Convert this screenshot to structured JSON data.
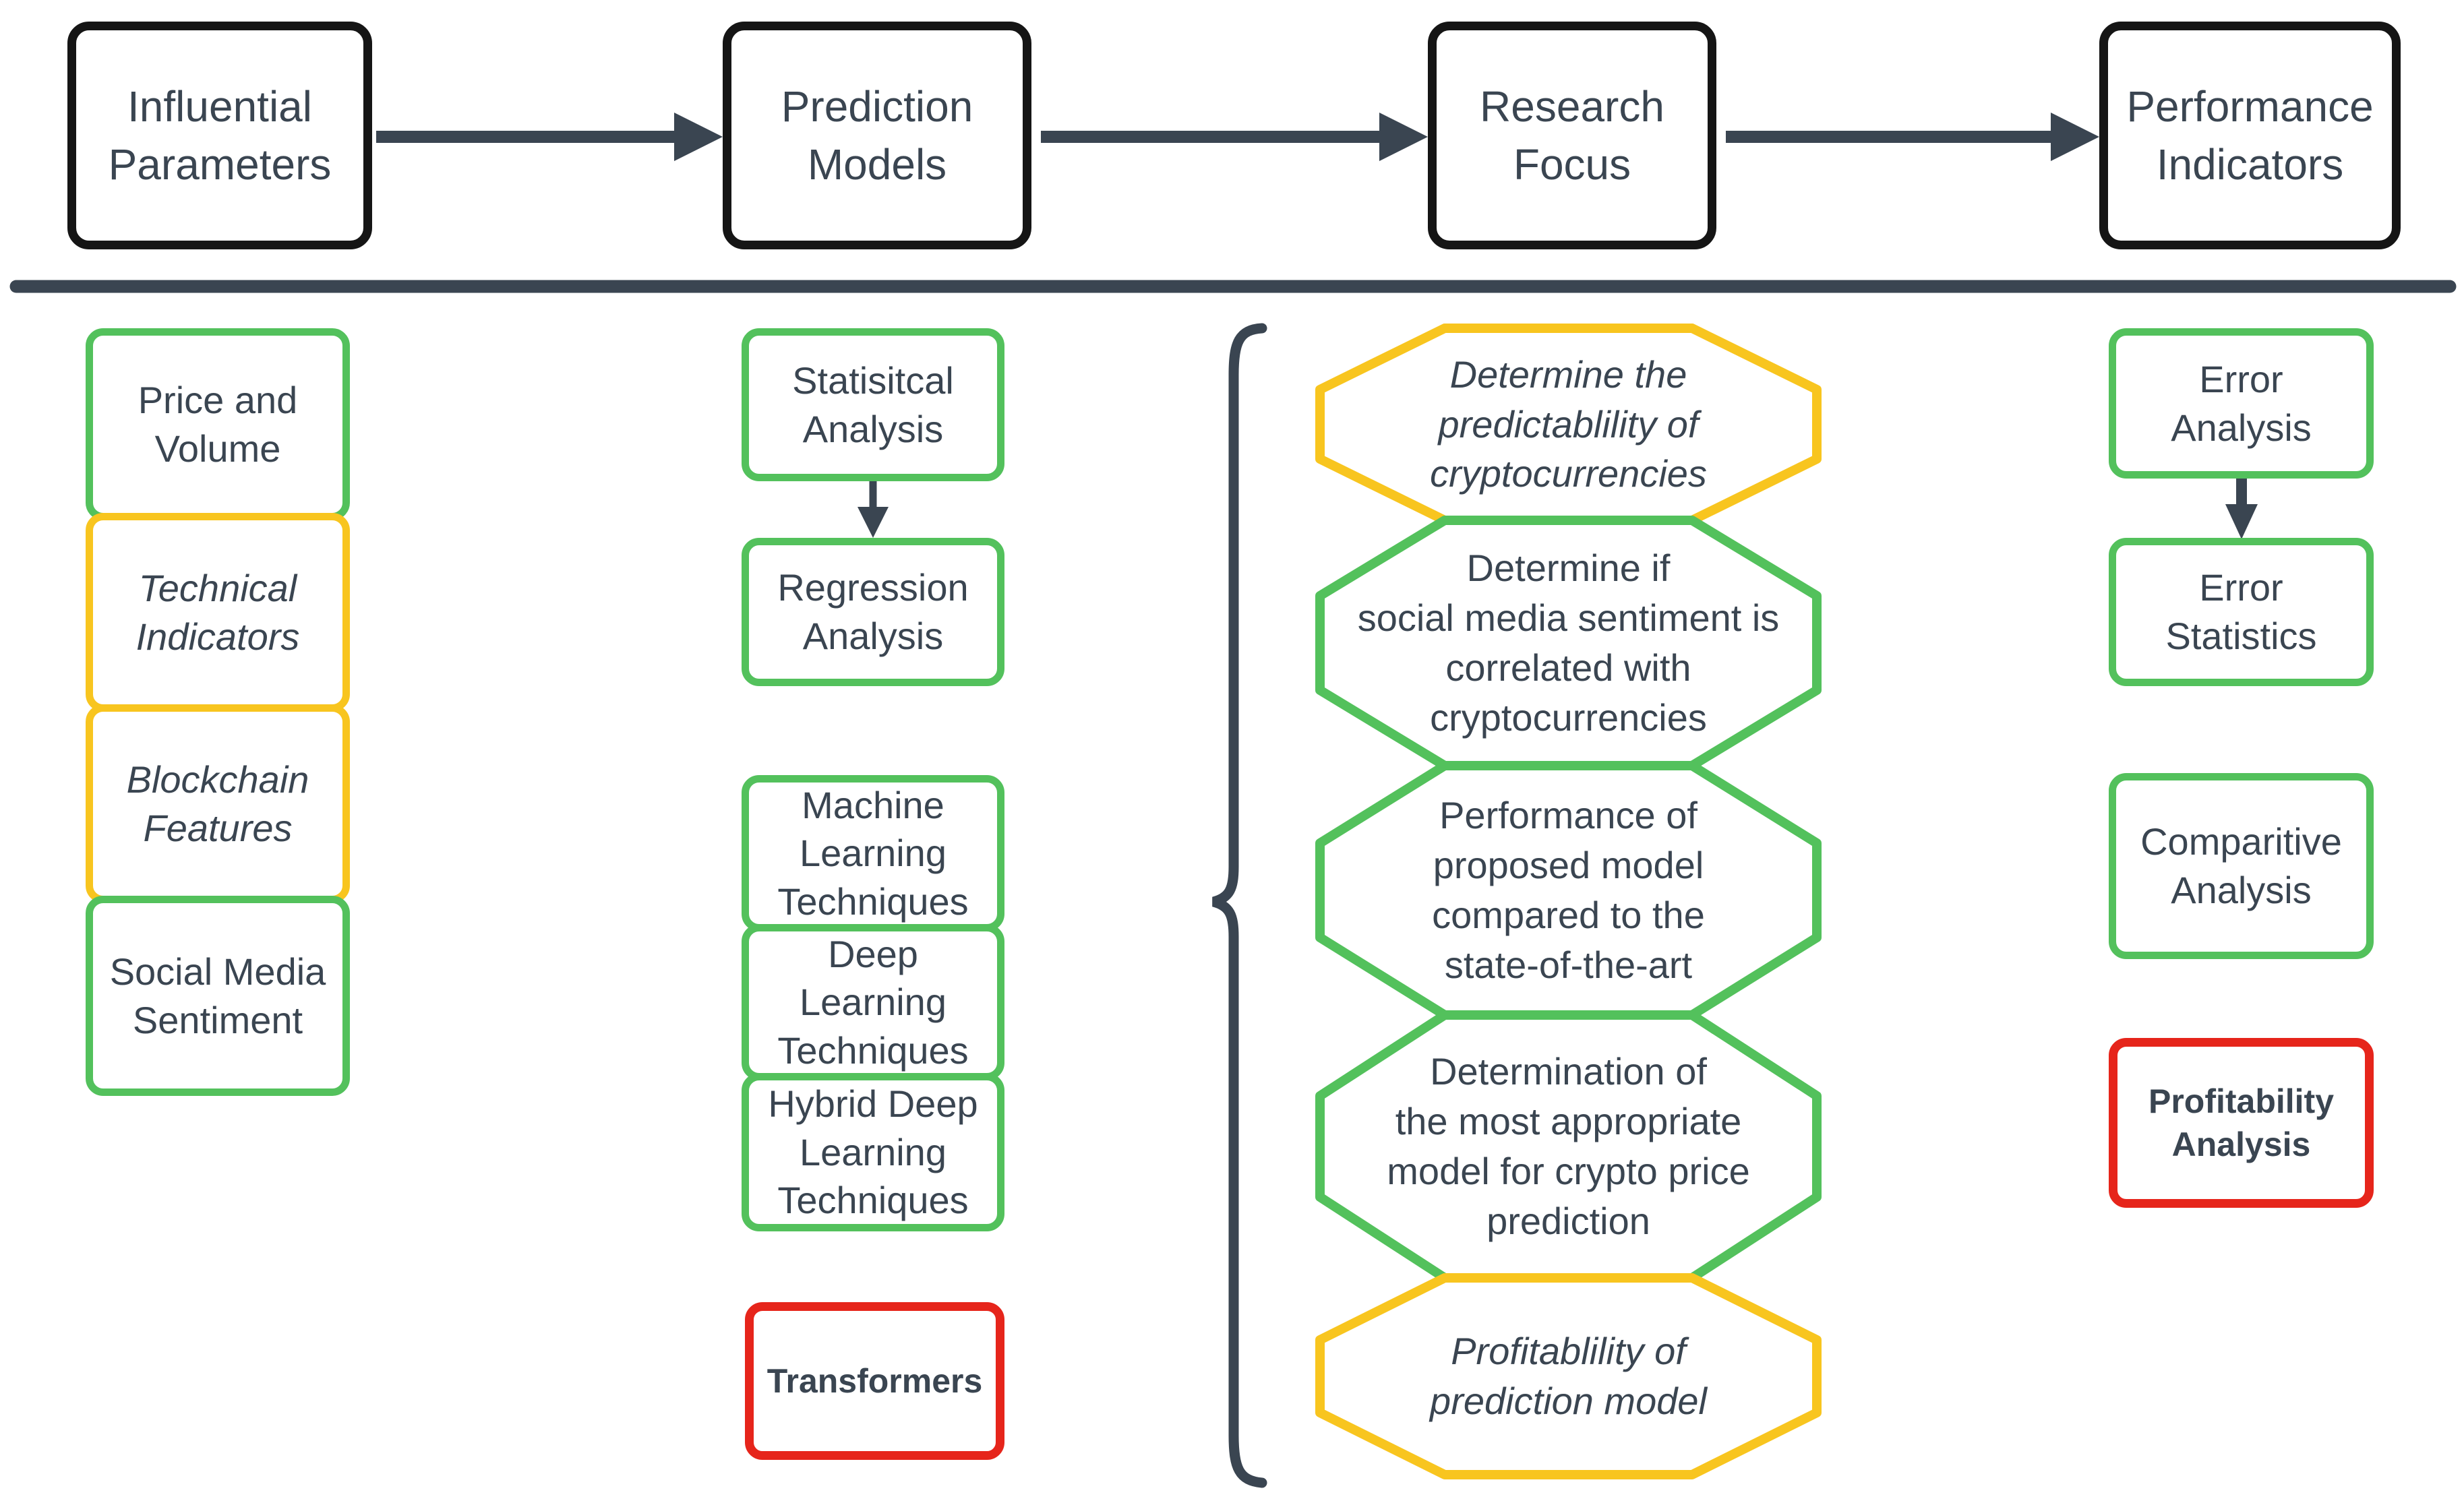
{
  "palette": {
    "green": "#53C15C",
    "yellow": "#F8C51F",
    "red": "#E6251B",
    "slate": "#3A4551",
    "stage_border": "#151515",
    "text": "#3A4551",
    "background": "#FFFFFF"
  },
  "pipeline": {
    "stages": [
      {
        "label": "Influential\nParameters"
      },
      {
        "label": "Prediction\nModels"
      },
      {
        "label": "Research\nFocus"
      },
      {
        "label": "Performance\nIndicators"
      }
    ]
  },
  "influential_parameters": {
    "items": [
      {
        "label": "Price and\nVolume",
        "color": "green",
        "style": "normal"
      },
      {
        "label": "Technical\nIndicators",
        "color": "yellow",
        "style": "italic"
      },
      {
        "label": "Blockchain\nFeatures",
        "color": "yellow",
        "style": "italic"
      },
      {
        "label": "Social Media\nSentiment",
        "color": "green",
        "style": "normal"
      }
    ]
  },
  "prediction_models": {
    "statistical": [
      {
        "label": "Statisitcal\nAnalysis",
        "color": "green"
      },
      {
        "label": "Regression\nAnalysis",
        "color": "green"
      }
    ],
    "machine_learning": [
      {
        "label": "Machine\nLearning\nTechniques",
        "color": "green"
      },
      {
        "label": "Deep\nLearning\nTechniques",
        "color": "green"
      },
      {
        "label": "Hybrid Deep\nLearning\nTechniques",
        "color": "green"
      }
    ],
    "highlight": {
      "label": "Transformers",
      "color": "red",
      "style": "bold"
    }
  },
  "research_focus": {
    "items": [
      {
        "label": "Determine the\npredictablility of\ncryptocurrencies",
        "color": "yellow",
        "style": "italic"
      },
      {
        "label": "Determine if\nsocial media sentiment is\ncorrelated with\ncryptocurrencies",
        "color": "green",
        "style": "normal"
      },
      {
        "label": "Performance of\nproposed model\ncompared to the\nstate-of-the-art",
        "color": "green",
        "style": "normal"
      },
      {
        "label": "Determination of\nthe most appropriate\nmodel for crypto price\nprediction",
        "color": "green",
        "style": "normal"
      },
      {
        "label": "Profitablility of\nprediction model",
        "color": "yellow",
        "style": "italic"
      }
    ]
  },
  "performance_indicators": {
    "error": [
      {
        "label": "Error\nAnalysis",
        "color": "green"
      },
      {
        "label": "Error\nStatistics",
        "color": "green"
      }
    ],
    "comparative": {
      "label": "Comparitive\nAnalysis",
      "color": "green"
    },
    "highlight": {
      "label": "Profitability\nAnalysis",
      "color": "red",
      "style": "bold"
    }
  }
}
